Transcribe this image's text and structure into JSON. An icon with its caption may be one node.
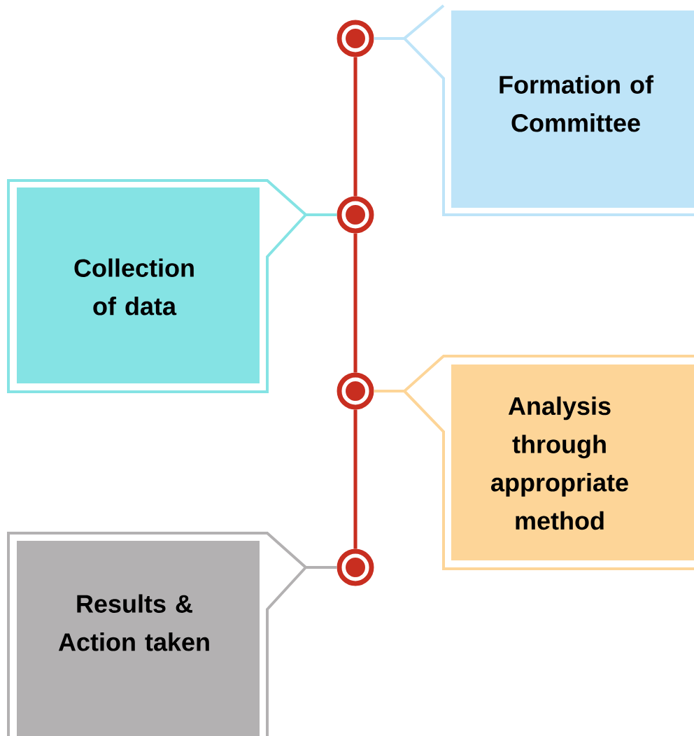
{
  "diagram": {
    "nodes": [
      {
        "text": [
          "Formation of Committee"
        ]
      },
      {
        "text": [
          "Collection of data"
        ]
      },
      {
        "text": [
          "Analysis through appropriate method"
        ]
      },
      {
        "text": [
          "Results & Action taken"
        ]
      },
      {
        "text": [],
        "shape": "circle"
      },
      {
        "text": [],
        "shape": "circle"
      },
      {
        "text": [],
        "shape": "circle"
      },
      {
        "text": [],
        "shape": "circle"
      }
    ],
    "edges": [
      {
        "from": 4,
        "to": 0,
        "arrow": "none",
        "color": "#bee4f8"
      },
      {
        "from": 5,
        "to": 1,
        "arrow": "none",
        "color": "#85e3e4"
      },
      {
        "from": 6,
        "to": 2,
        "arrow": "none",
        "color": "#fdd598"
      },
      {
        "from": 7,
        "to": 3,
        "arrow": "none",
        "color": "#b3b1b2"
      },
      {
        "from": 4,
        "to": 5,
        "arrow": "none",
        "color": "#c82e20"
      },
      {
        "from": 5,
        "to": 6,
        "arrow": "none",
        "color": "#c82e20"
      },
      {
        "from": 6,
        "to": 7,
        "arrow": "none",
        "color": "#c82e20"
      }
    ]
  }
}
